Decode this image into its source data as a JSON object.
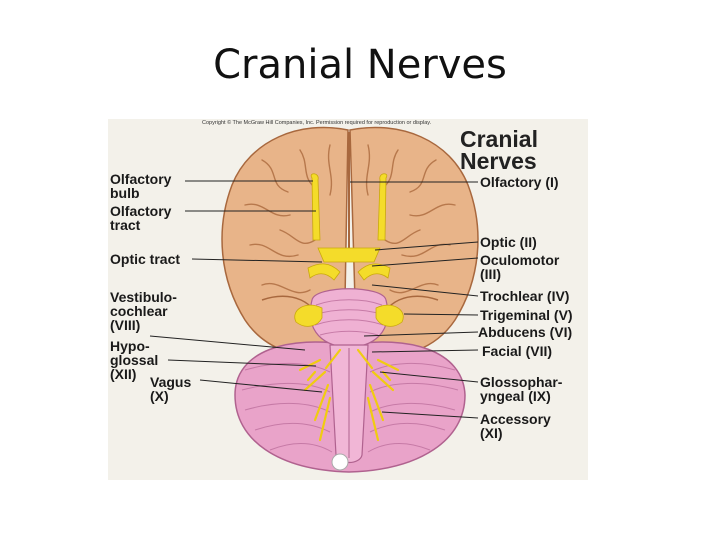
{
  "slide": {
    "title": "Cranial Nerves"
  },
  "figure": {
    "copyright": "Copyright © The McGraw Hill Companies, Inc. Permission required for reproduction or display.",
    "title_line1": "Cranial",
    "title_line2": "Nerves",
    "left_labels": [
      {
        "id": "olfactory-bulb",
        "lines": [
          "Olfactory",
          "bulb"
        ]
      },
      {
        "id": "olfactory-tract",
        "lines": [
          "Olfactory",
          "tract"
        ]
      },
      {
        "id": "optic-tract",
        "lines": [
          "Optic tract"
        ]
      },
      {
        "id": "vestibulocochlear",
        "lines": [
          "Vestibulo-",
          "cochlear",
          "(VIII)"
        ]
      },
      {
        "id": "hypoglossal",
        "lines": [
          "Hypo-",
          "glossal",
          "(XII)"
        ]
      },
      {
        "id": "vagus",
        "lines": [
          "Vagus",
          "(X)"
        ]
      }
    ],
    "right_labels": [
      {
        "id": "olfactory",
        "lines": [
          "Olfactory (I)"
        ]
      },
      {
        "id": "optic",
        "lines": [
          "Optic (II)"
        ]
      },
      {
        "id": "oculomotor",
        "lines": [
          "Oculomotor",
          "(III)"
        ]
      },
      {
        "id": "trochlear",
        "lines": [
          "Trochlear (IV)"
        ]
      },
      {
        "id": "trigeminal",
        "lines": [
          "Trigeminal (V)"
        ]
      },
      {
        "id": "abducens",
        "lines": [
          "Abducens (VI)"
        ]
      },
      {
        "id": "facial",
        "lines": [
          "Facial (VII)"
        ]
      },
      {
        "id": "glossopharyngeal",
        "lines": [
          "Glossophar-",
          "yngeal (IX)"
        ]
      },
      {
        "id": "accessory",
        "lines": [
          "Accessory",
          "(XI)"
        ]
      }
    ],
    "colors": {
      "cortex": "#e8b489",
      "sulcus": "#b7784c",
      "cerebellum": "#e9a3c9",
      "brainstem": "#f1b6d6",
      "nerve": "#f4dc2a",
      "leader": "#222222",
      "background": "#f3f1ea"
    }
  }
}
